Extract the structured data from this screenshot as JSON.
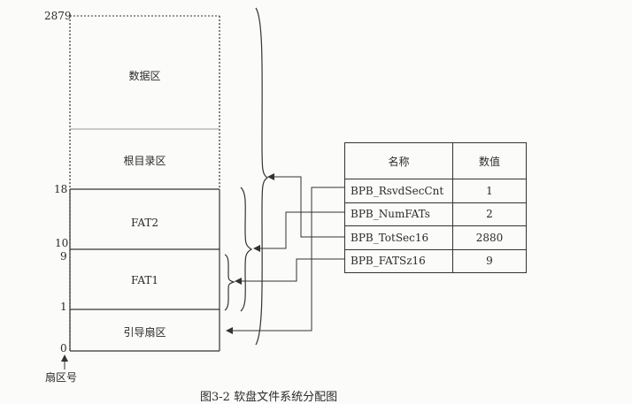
{
  "ticks": [
    "2879",
    "18",
    "10",
    "9",
    "1",
    "0"
  ],
  "axis_label": "扇区号",
  "regions": {
    "data": "数据区",
    "root": "根目录区",
    "fat2": "FAT2",
    "fat1": "FAT1",
    "boot": "引导扇区"
  },
  "table": {
    "headers": [
      "名称",
      "数值"
    ],
    "rows": [
      {
        "name": "BPB_RsvdSecCnt",
        "value": "1"
      },
      {
        "name": "BPB_NumFATs",
        "value": "2"
      },
      {
        "name": "BPB_TotSec16",
        "value": "2880"
      },
      {
        "name": "BPB_FATSz16",
        "value": "9"
      }
    ]
  },
  "caption": "图3-2  软盘文件系统分配图"
}
